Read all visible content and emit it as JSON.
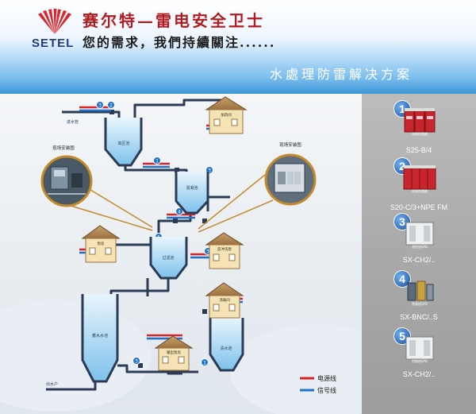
{
  "header": {
    "logo_text": "SETEL",
    "company_name": "赛尔特—雷电安全卫士",
    "slogan": "您的需求，我們持續關注......",
    "solution_title": "水處理防雷解决方案"
  },
  "diagram": {
    "callout_left": "现场安装图",
    "callout_right": "现场安装图",
    "label_top_left": "进水管",
    "label_bottom_left": "出水户",
    "tanks": [
      "高区池",
      "混凝池",
      "过滤池",
      "蓄水水池",
      "清水池"
    ],
    "buildings": [
      "加药间",
      "泵房",
      "反冲洗泵",
      "消毒间",
      "输出泵房"
    ],
    "mini_label": "SPD"
  },
  "legend": {
    "power_line": "电源线",
    "signal_line": "信号线"
  },
  "colors": {
    "power": "#d9252a",
    "signal": "#1e73c8",
    "pipe": "#2b3a55",
    "tank_fill": "#9bd0f0"
  },
  "products": [
    {
      "num": "1",
      "name": "S25-B/4",
      "caption": "电源防雷器",
      "icon": "spd-3pole-red"
    },
    {
      "num": "2",
      "name": "S20-C/3+NPE FM",
      "caption": "电源防雷器",
      "icon": "spd-4pole-red"
    },
    {
      "num": "3",
      "name": "SX-CH2/..",
      "caption": "测控线SPD",
      "icon": "signal-spd-module"
    },
    {
      "num": "4",
      "name": "SX-BNC/..S",
      "caption": "视频线SPD",
      "icon": "coax-spd"
    },
    {
      "num": "5",
      "name": "SX-CH2/..",
      "caption": "控制线SPD",
      "icon": "signal-spd-module"
    }
  ]
}
